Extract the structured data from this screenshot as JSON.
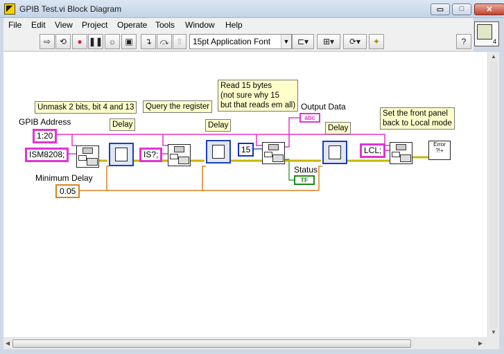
{
  "window": {
    "title": "GPIB Test.vi Block Diagram",
    "min": "▭",
    "max": "□",
    "close": "✕"
  },
  "menu": [
    "File",
    "Edit",
    "View",
    "Project",
    "Operate",
    "Tools",
    "Window",
    "Help"
  ],
  "toolbar": {
    "font": "15pt Application Font",
    "help": "?"
  },
  "connector": {
    "count": "4"
  },
  "diagram": {
    "labels": {
      "gpib_address": "GPIB Address",
      "minimum_delay": "Minimum Delay",
      "output_data": "Output Data",
      "status": "Status",
      "delay1": "Delay",
      "delay2": "Delay",
      "delay3": "Delay"
    },
    "notes": {
      "unmask": "Unmask 2 bits, bit 4 and 13",
      "query": "Query the register",
      "read_l1": "Read 15 bytes",
      "read_l2": "(not sure why 15",
      "read_l3": "but that reads em all)",
      "local_l1": "Set the front panel",
      "local_l2": "back to Local mode"
    },
    "constants": {
      "address": "1:20",
      "ism": "ISM8208;",
      "is": "IS?;",
      "bytes": "15",
      "lcl": "LCL;",
      "min_delay": "0.05"
    },
    "indicators": {
      "output": "abc",
      "status": "TF"
    },
    "error_node": {
      "line1": "Error",
      "line2": "?!+"
    }
  },
  "colors": {
    "string_wire": "#e033d6",
    "number_wire": "#d9821d",
    "error_wire": "#c9b400",
    "bool_wire": "#1a8a1a"
  }
}
